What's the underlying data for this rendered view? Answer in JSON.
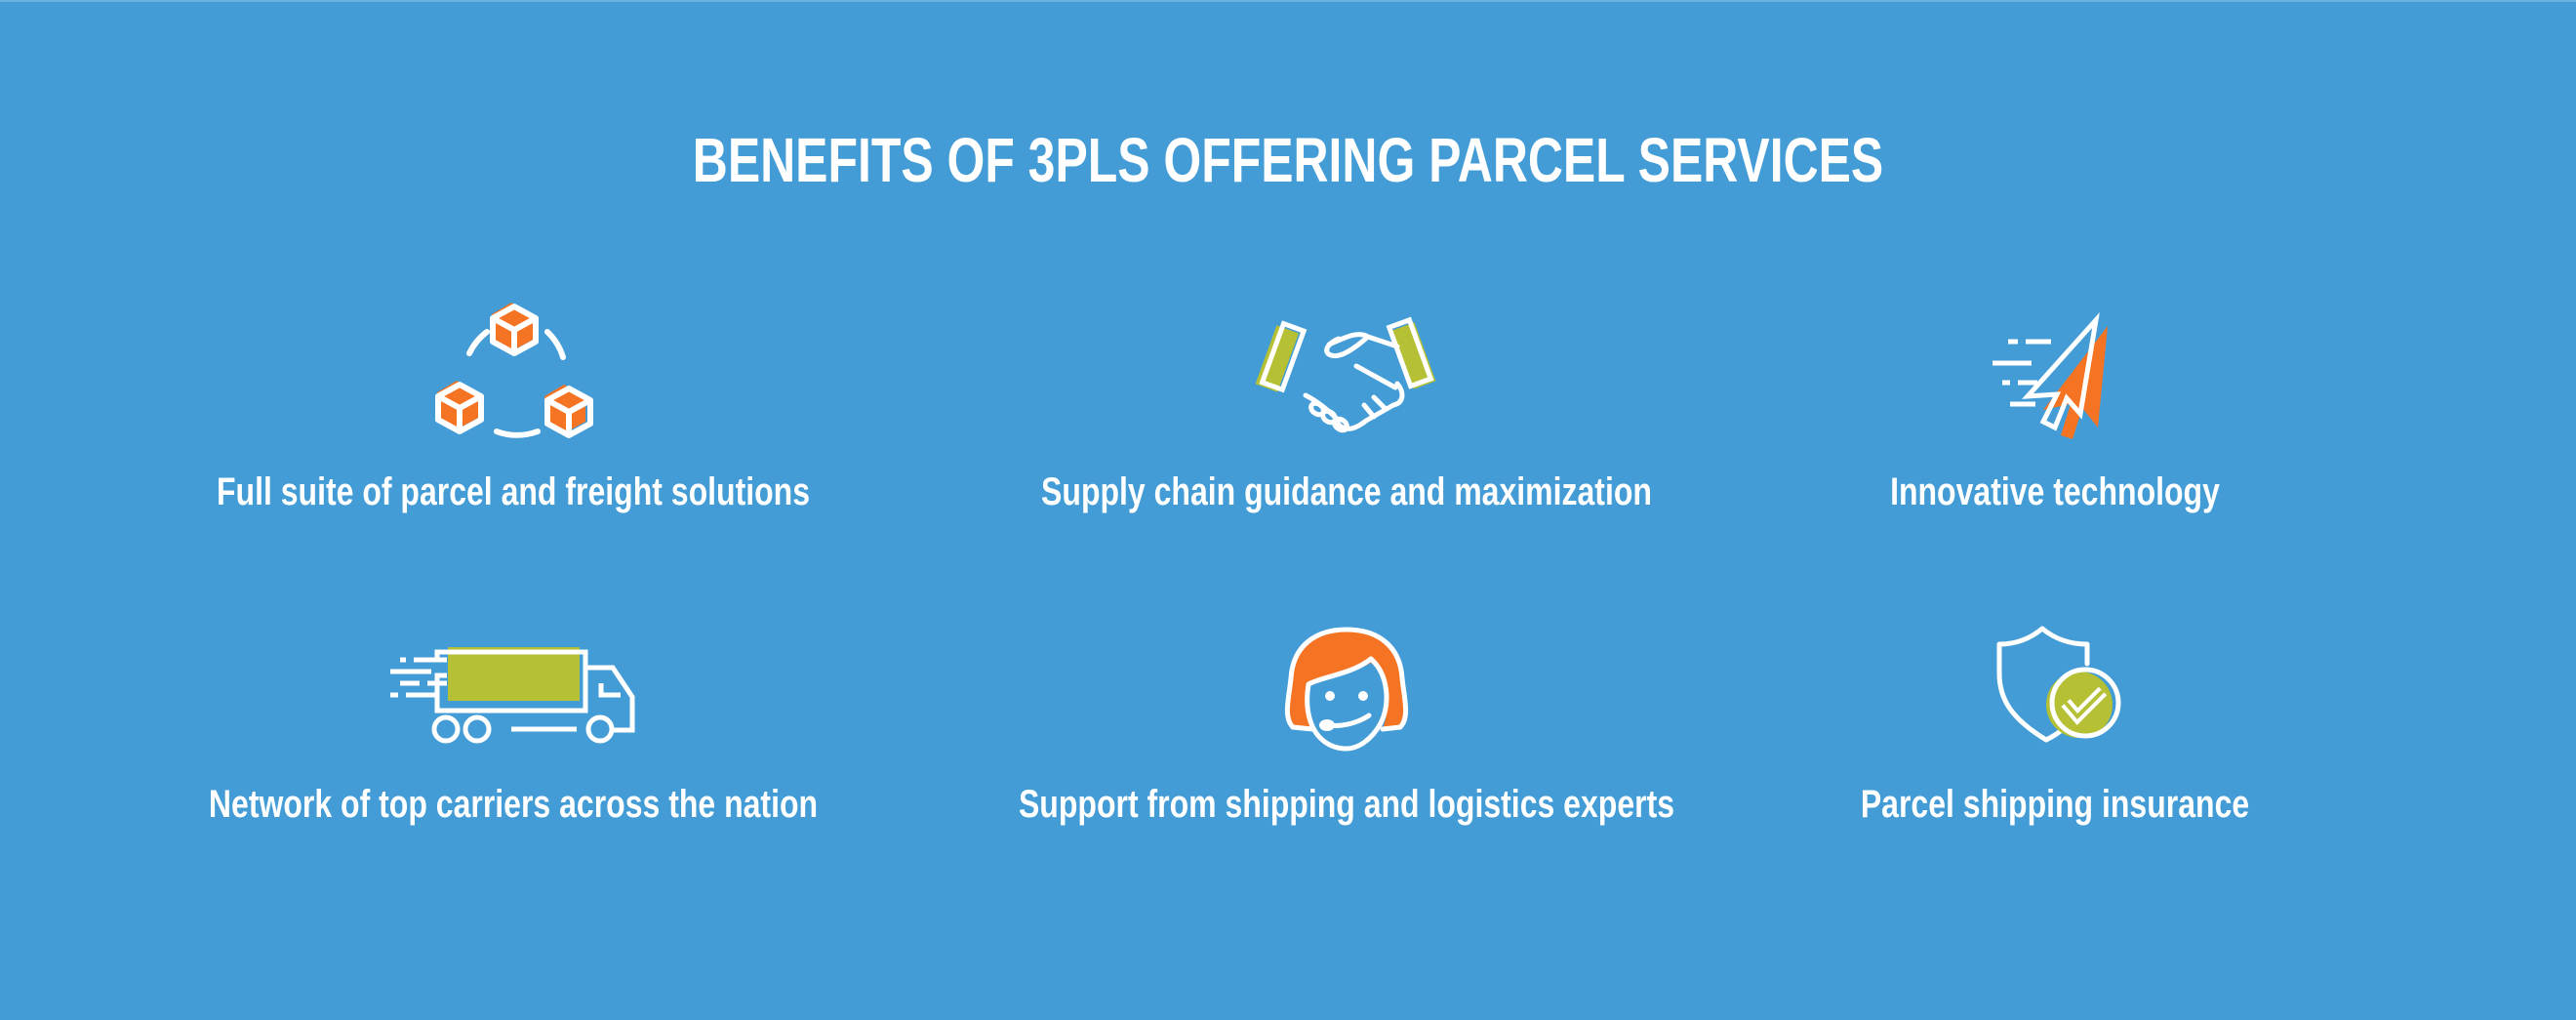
{
  "title": "BENEFITS OF 3PLS OFFERING PARCEL SERVICES",
  "colors": {
    "background": "#439cd6",
    "accent_orange": "#f47423",
    "accent_green": "#b5c034",
    "line": "#ffffff"
  },
  "benefits": [
    {
      "label": "Full suite of parcel and freight solutions",
      "icon": "boxes-cycle-icon"
    },
    {
      "label": "Supply chain guidance and maximization",
      "icon": "handshake-icon"
    },
    {
      "label": "Innovative technology",
      "icon": "cursor-arrow-icon"
    },
    {
      "label": "Network of top carriers across the nation",
      "icon": "delivery-truck-icon"
    },
    {
      "label": "Support from shipping and logistics experts",
      "icon": "support-agent-icon"
    },
    {
      "label": "Parcel shipping insurance",
      "icon": "shield-check-icon"
    }
  ]
}
